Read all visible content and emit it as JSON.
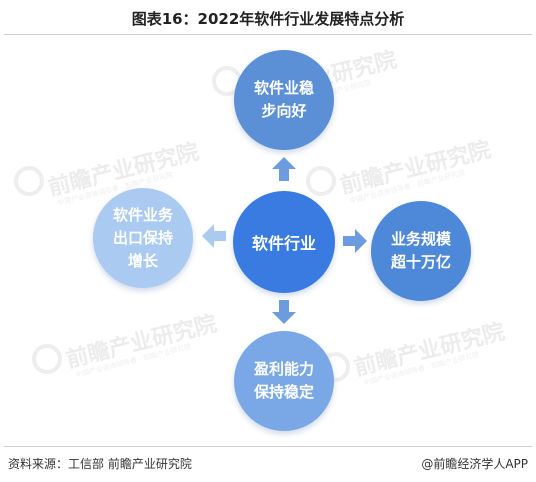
{
  "title": "图表16：2022年软件行业发展特点分析",
  "nodes": {
    "center": "软件行业",
    "top": "软件业稳\n步向好",
    "right": "业务规模\n超十万亿",
    "bottom": "盈利能力\n保持稳定",
    "left": "软件业务\n出口保持\n增长"
  },
  "footer": {
    "source": "资料来源：工信部 前瞻产业研究院",
    "brand": "@前瞻经济学人APP"
  },
  "watermark": {
    "text": "前瞻产业研究院",
    "subtext": "中国产业咨询领导者 · 前瞻产业研究院"
  },
  "colors": {
    "center": "#3a7be2",
    "top": "#5b8fd6",
    "right": "#4e88d8",
    "bottom": "#7aa8e6",
    "left": "#aacaf1",
    "arrow": "#6d9be0"
  }
}
